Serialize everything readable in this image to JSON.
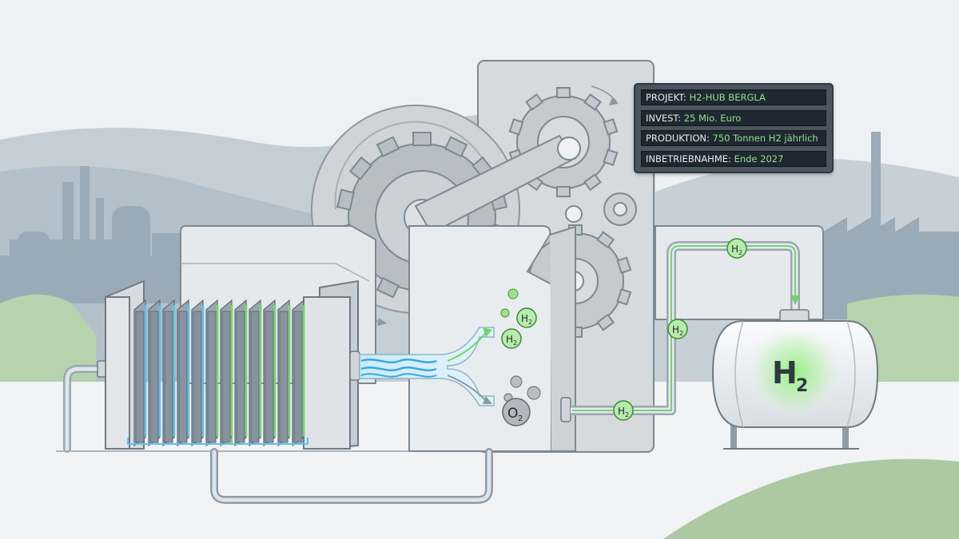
{
  "project_panel": {
    "rows": [
      {
        "key": "PROJEKT: ",
        "value": "H2-HUB BERGLA"
      },
      {
        "key": "INVEST: ",
        "value": "25 Mio. Euro"
      },
      {
        "key": "PRODUKTION: ",
        "value": "750 Tonnen H2 jährlich"
      },
      {
        "key": "INBETRIEBNAHME: ",
        "value": "Ende 2027"
      }
    ]
  },
  "labels": {
    "h2_main": "H",
    "h2_sub": "2",
    "o2_main": "O",
    "o2_sub": "2"
  },
  "colors": {
    "sky": "#eef1f3",
    "hydrogen_green": "#74d46b",
    "water_blue": "#5ec3ec",
    "panel_bg": "#1f2730",
    "machine_grey": "#d5d9dd"
  }
}
